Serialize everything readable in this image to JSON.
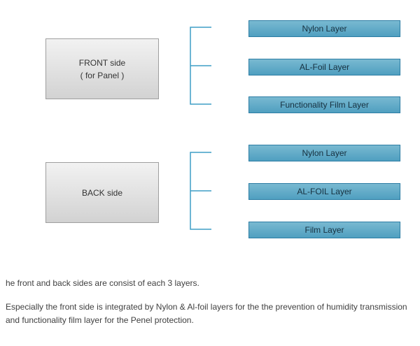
{
  "front_group": {
    "box_label_line1": "FRONT side",
    "box_label_line2": "( for Panel )",
    "layers": [
      "Nylon Layer",
      "AL-Foil Layer",
      "Functionality Film Layer"
    ]
  },
  "back_group": {
    "box_label_line1": "BACK side",
    "layers": [
      "Nylon Layer",
      "AL-FOIL Layer",
      "Film Layer"
    ]
  },
  "notes": {
    "line1": "he front and back sides are consist of each 3 layers.",
    "paragraph": "Especially the front side is integrated by Nylon & Al-foil layers for the the prevention of humidity transmission and functionality film layer for the Penel protection."
  },
  "colors": {
    "layer_fill": "#4f9fc0",
    "layer_border": "#2d7da4",
    "bracket": "#3e9ec6",
    "side_box_fill": "#d9d9d9",
    "side_box_border": "#9e9e9e"
  }
}
